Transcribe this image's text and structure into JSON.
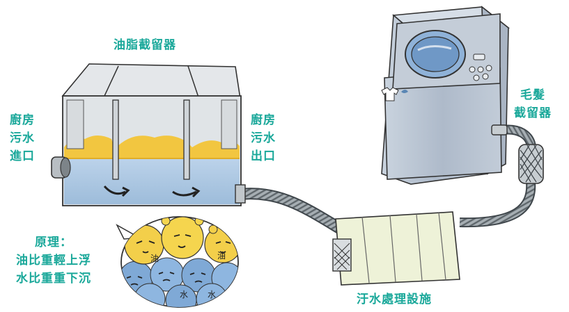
{
  "labels": {
    "grease_trap": "油脂截留器",
    "inlet": [
      "廚房",
      "污水",
      "進口"
    ],
    "outlet": [
      "廚房",
      "污水",
      "出口"
    ],
    "hair_trap": [
      "毛髮",
      "截留器"
    ],
    "principle": [
      "原理：",
      "油比重輕上浮",
      "水比重重下沉"
    ],
    "treatment": "汙水處理設施",
    "face_oil": "油",
    "face_water": "水"
  },
  "colors": {
    "label_text": "#1aa89a",
    "grease": "#f2c640",
    "water": "#a9c8e4",
    "tank_body": "#dfe3e6",
    "machine_body": "#b9c3d0",
    "hose": "#8d969c"
  }
}
